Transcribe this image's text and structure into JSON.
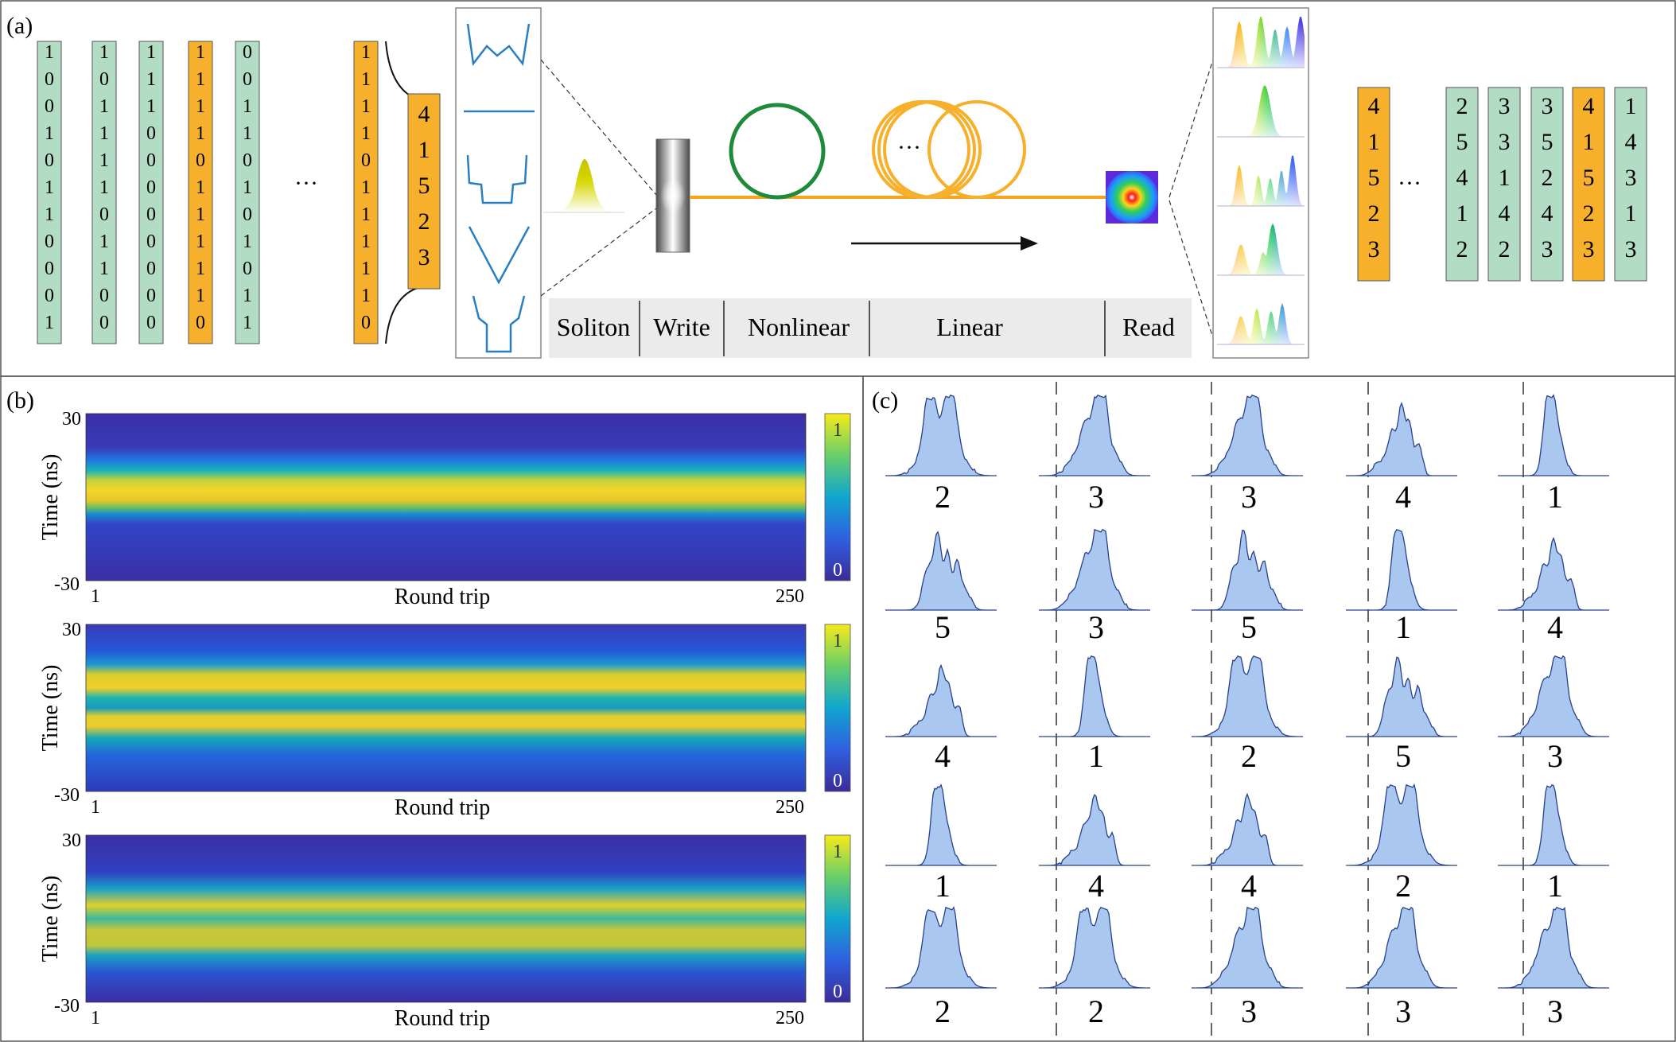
{
  "panel_a": {
    "label": "(a)",
    "binary_columns": [
      {
        "bits": [
          "1",
          "0",
          "0",
          "1",
          "0",
          "1",
          "1",
          "0",
          "0",
          "0",
          "1"
        ],
        "highlight": false
      },
      {
        "bits": [
          "1",
          "0",
          "1",
          "1",
          "1",
          "1",
          "0",
          "1",
          "1",
          "0",
          "0"
        ],
        "highlight": false
      },
      {
        "bits": [
          "1",
          "1",
          "1",
          "0",
          "0",
          "0",
          "0",
          "0",
          "0",
          "0",
          "0"
        ],
        "highlight": false
      },
      {
        "bits": [
          "1",
          "1",
          "1",
          "1",
          "0",
          "1",
          "1",
          "1",
          "1",
          "1",
          "0"
        ],
        "highlight": true
      },
      {
        "bits": [
          "0",
          "0",
          "1",
          "1",
          "0",
          "1",
          "0",
          "1",
          "0",
          "1",
          "1"
        ],
        "highlight": false
      }
    ],
    "ellipsis": "···",
    "selected_bits": [
      "1",
      "1",
      "1",
      "1",
      "0",
      "1",
      "1",
      "1",
      "1",
      "1",
      "0"
    ],
    "selected_code": [
      "4",
      "1",
      "5",
      "2",
      "3"
    ],
    "stage_labels": [
      "Soliton",
      "Write",
      "Nonlinear",
      "Linear",
      "Read"
    ],
    "linear_ellipsis": "···",
    "output_code": [
      "4",
      "1",
      "5",
      "2",
      "3"
    ],
    "output_ellipsis": "···",
    "output_columns": [
      {
        "digits": [
          "2",
          "5",
          "4",
          "1",
          "2"
        ],
        "highlight": false
      },
      {
        "digits": [
          "3",
          "3",
          "1",
          "4",
          "2"
        ],
        "highlight": false
      },
      {
        "digits": [
          "3",
          "5",
          "2",
          "4",
          "3"
        ],
        "highlight": false
      },
      {
        "digits": [
          "4",
          "1",
          "5",
          "2",
          "3"
        ],
        "highlight": true
      },
      {
        "digits": [
          "1",
          "4",
          "3",
          "1",
          "3"
        ],
        "highlight": false
      }
    ],
    "colors": {
      "green_fill": "#b3dcc5",
      "orange_fill": "#f7b02b",
      "fiber": "#f7a51c",
      "nonlinear_ring": "#1f8a3a",
      "linear_ring": "#f7b02b",
      "mask_line": "#2a7fc0"
    }
  },
  "panel_b": {
    "label": "(b)",
    "heatmaps": [
      {
        "ylabel": "Time (ns)",
        "ytick_top": "30",
        "ytick_bottom": "-30",
        "xtick_left": "1",
        "xtick_right": "250",
        "xlabel": "Round trip",
        "cbar_top": "1",
        "cbar_bottom": "0",
        "profile": "single"
      },
      {
        "ylabel": "Time (ns)",
        "ytick_top": "30",
        "ytick_bottom": "-30",
        "xtick_left": "1",
        "xtick_right": "250",
        "xlabel": "Round trip",
        "cbar_top": "1",
        "cbar_bottom": "0",
        "profile": "double"
      },
      {
        "ylabel": "Time (ns)",
        "ytick_top": "30",
        "ytick_bottom": "-30",
        "xtick_left": "1",
        "xtick_right": "250",
        "xlabel": "Round trip",
        "cbar_top": "1",
        "cbar_bottom": "0",
        "profile": "broad"
      }
    ]
  },
  "panel_c": {
    "label": "(c)",
    "grid": [
      [
        "2",
        "3",
        "3",
        "4",
        "1"
      ],
      [
        "5",
        "3",
        "5",
        "1",
        "4"
      ],
      [
        "4",
        "1",
        "2",
        "5",
        "3"
      ],
      [
        "1",
        "4",
        "4",
        "2",
        "1"
      ],
      [
        "2",
        "2",
        "3",
        "3",
        "3"
      ]
    ],
    "colors": {
      "fill": "#aac8ef",
      "stroke": "#27408f"
    }
  }
}
